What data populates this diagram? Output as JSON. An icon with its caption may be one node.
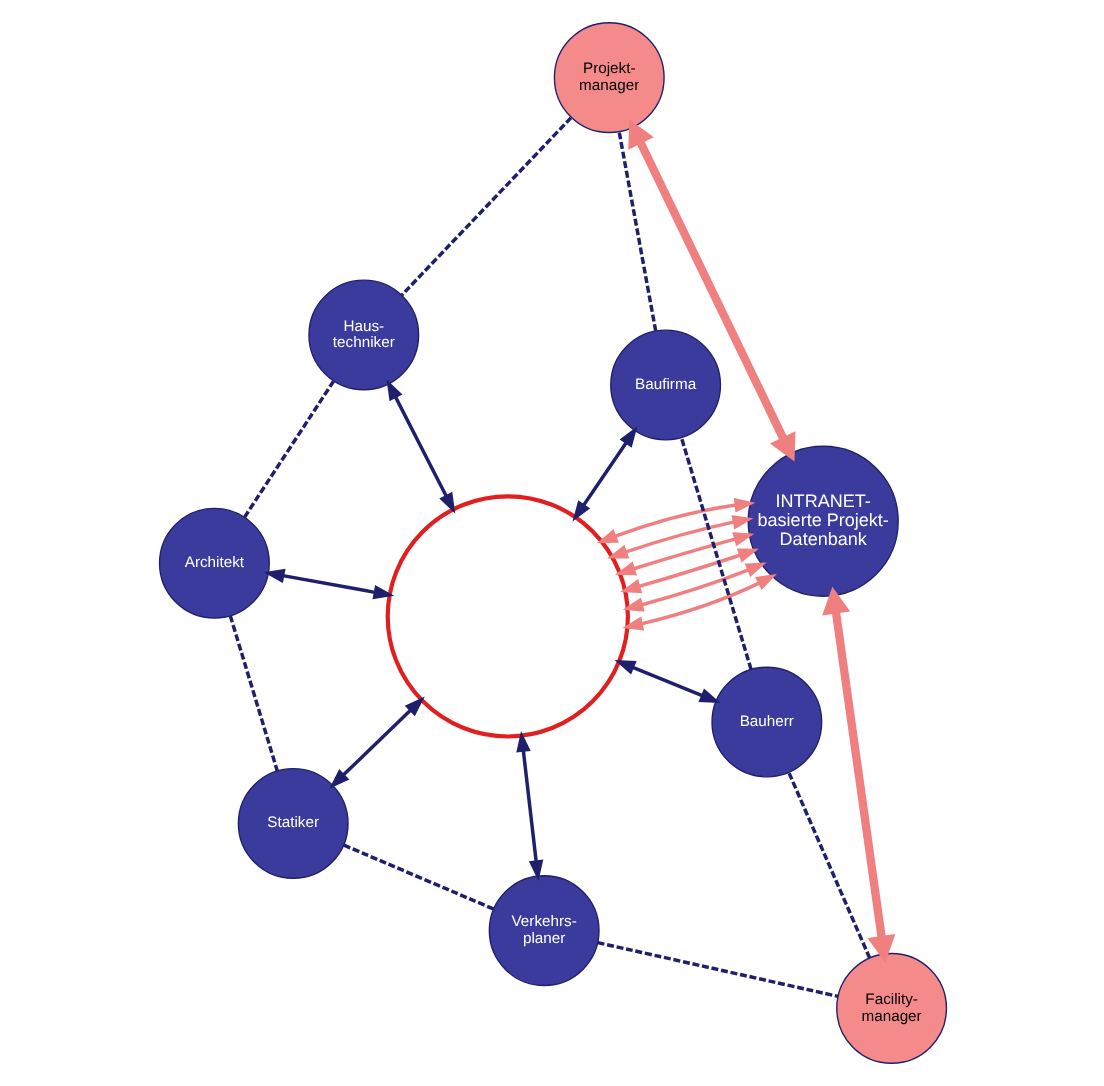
{
  "diagram": {
    "nodes": [
      {
        "text": [
          "Haus- techniker"
        ]
      },
      {
        "text": [
          "Projekt- manager"
        ]
      },
      {
        "text": [
          "Architekt"
        ]
      },
      {
        "text": [],
        "shape": "circle"
      },
      {
        "text": [
          "Baufirma"
        ]
      },
      {
        "text": [
          "INTRANET- basierte Projekt- Datenbank"
        ]
      },
      {
        "text": [
          "Statiker"
        ]
      },
      {
        "text": [
          "Bauherr"
        ]
      },
      {
        "text": [
          "Verkehrs- planer"
        ]
      },
      {
        "text": [
          "Facility- manager"
        ]
      }
    ],
    "edges": [
      {
        "from": 0,
        "to": 3,
        "arrow": "both"
      },
      {
        "from": 2,
        "to": 3,
        "arrow": "both"
      },
      {
        "from": 4,
        "to": 3,
        "arrow": "both"
      },
      {
        "from": 6,
        "to": 3,
        "arrow": "both"
      },
      {
        "from": 7,
        "to": 3,
        "arrow": "both"
      },
      {
        "from": 8,
        "to": 3,
        "arrow": "both"
      },
      {
        "from": 3,
        "to": 5,
        "arrow": "both",
        "color": "#f08080"
      },
      {
        "from": 3,
        "to": 5,
        "arrow": "both",
        "color": "#f08080"
      },
      {
        "from": 3,
        "to": 5,
        "arrow": "both",
        "color": "#f08080"
      },
      {
        "from": 3,
        "to": 5,
        "arrow": "both",
        "color": "#f08080"
      },
      {
        "from": 3,
        "to": 5,
        "arrow": "both",
        "color": "#f08080"
      },
      {
        "from": 3,
        "to": 5,
        "arrow": "both",
        "color": "#f08080"
      },
      {
        "from": 1,
        "to": 5,
        "arrow": "both",
        "style": "thick",
        "color": "#f08080"
      },
      {
        "from": 9,
        "to": 5,
        "arrow": "both",
        "style": "thick",
        "color": "#f08080"
      },
      {
        "from": 0,
        "to": 2,
        "arrow": "none",
        "style": "dashed"
      },
      {
        "from": 2,
        "to": 6,
        "arrow": "none",
        "style": "dashed"
      },
      {
        "from": 6,
        "to": 8,
        "arrow": "none",
        "style": "dashed"
      },
      {
        "from": 8,
        "to": 9,
        "arrow": "none",
        "style": "dashed"
      },
      {
        "from": 9,
        "to": 7,
        "arrow": "none",
        "style": "dashed"
      },
      {
        "from": 7,
        "to": 4,
        "arrow": "none",
        "style": "dashed"
      },
      {
        "from": 4,
        "to": 1,
        "arrow": "none",
        "style": "dashed"
      },
      {
        "from": 1,
        "to": 0,
        "arrow": "none",
        "style": "dashed"
      }
    ]
  }
}
